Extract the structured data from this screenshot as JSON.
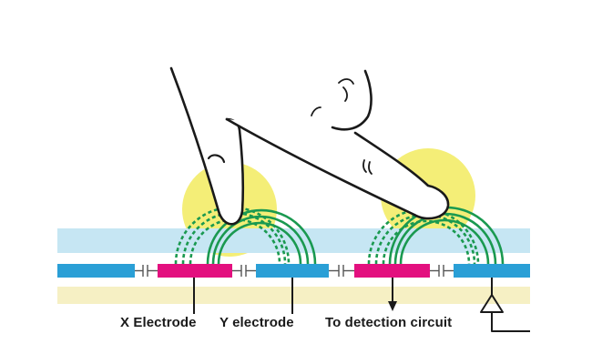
{
  "labels": {
    "x_electrode": "X Electrode",
    "y_electrode": "Y electrode",
    "detection": "To detection circuit"
  },
  "colors": {
    "glass": "#c6e6f3",
    "electrode_y": "#2a9fd6",
    "electrode_x": "#e3107f",
    "base": "#f6f0c4",
    "field": "#1a9950",
    "glow": "#f4ee77",
    "outline": "#1a1a1a",
    "capacitor": "#555555"
  }
}
